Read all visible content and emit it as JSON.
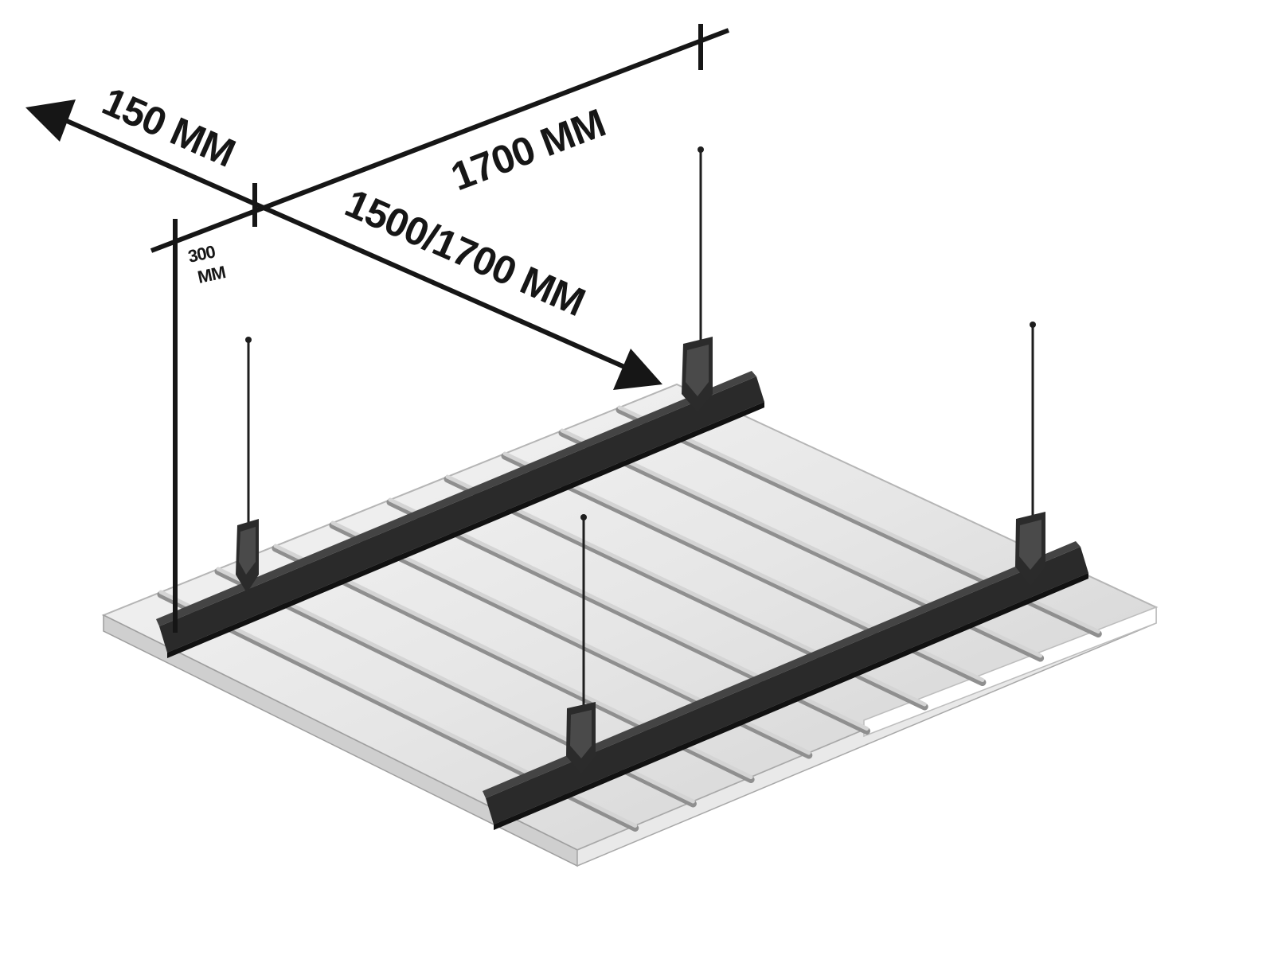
{
  "dimensions": {
    "offset_label": "150 MM",
    "carrier_spacing_label": "1700 MM",
    "hanger_spacing_label": "1500/1700 MM",
    "hanger_drop_value": "300",
    "hanger_drop_unit": "MM"
  },
  "colors": {
    "panel_light": "#f2f2f2",
    "panel_mid": "#d9d9d9",
    "panel_shadow": "#a8a8a8",
    "carrier_black": "#222222",
    "dimension_line": "#161616",
    "background": "#ffffff"
  },
  "icons": {
    "dimension_arrow": "arrowhead-icon",
    "hanger_clip": "hanger-clip-icon"
  }
}
